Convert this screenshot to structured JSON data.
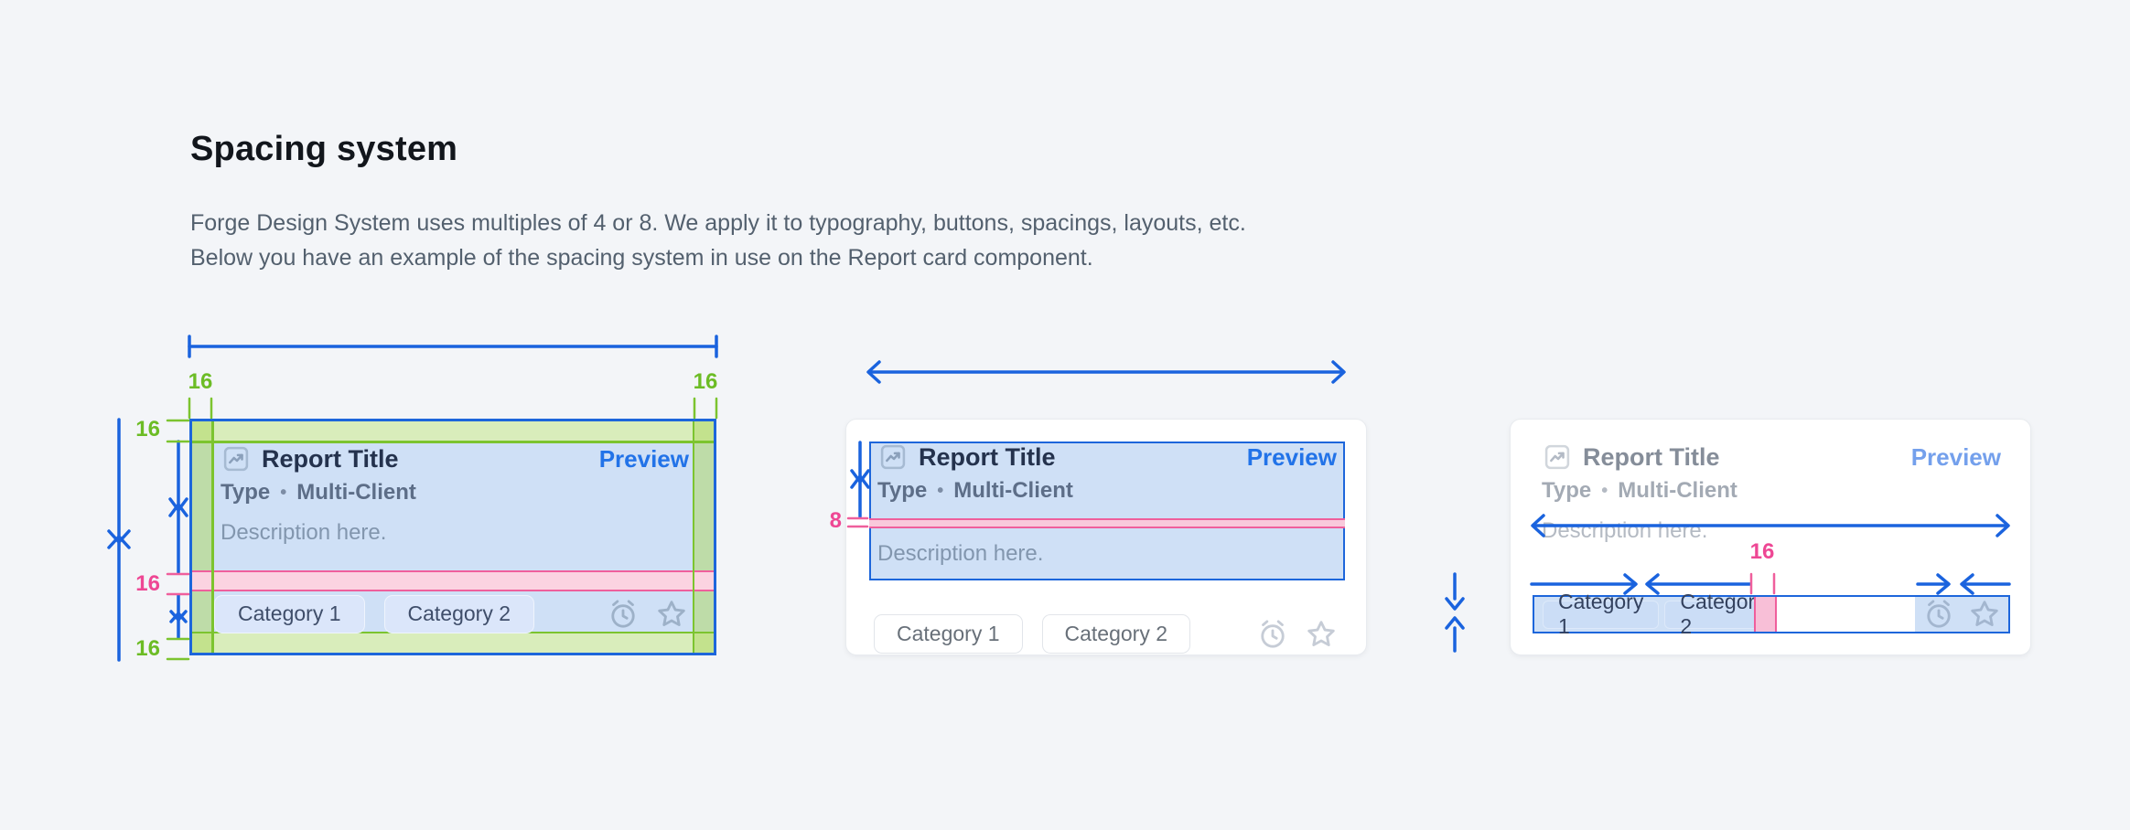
{
  "header": {
    "title": "Spacing system",
    "description_line1": "Forge Design System uses multiples of 4 or 8. We apply it to typography, buttons, spacings, layouts, etc.",
    "description_line2": "Below you have an example of the spacing system in use on the Report card component."
  },
  "report_card": {
    "title": "Report Title",
    "preview_link": "Preview",
    "type_label": "Type",
    "separator": "•",
    "client_label": "Multi-Client",
    "description": "Description here.",
    "categories": [
      "Category 1",
      "Category 2"
    ],
    "icons": {
      "title_icon": "chart-line-icon",
      "action_icons": [
        "alarm-icon",
        "star-icon"
      ]
    }
  },
  "spacing_annotations": {
    "figure1": {
      "padding_top": "16",
      "padding_bottom": "16",
      "padding_left": "16",
      "padding_right": "16",
      "row_gap": "16"
    },
    "figure2": {
      "title_block_gap": "8"
    },
    "figure3": {
      "category_gap": "16"
    }
  },
  "colors": {
    "annotation_blue": "#1a63de",
    "annotation_green": "#6cbc25",
    "annotation_pink": "#ee4794",
    "highlight_fill": "#cfe0f6",
    "green_fill": "#d9edbb",
    "pink_fill": "#fbd3e1",
    "card_border_blue": "#1d66db",
    "preview_blue": "#2273e8",
    "page_background": "#f3f5f8"
  }
}
